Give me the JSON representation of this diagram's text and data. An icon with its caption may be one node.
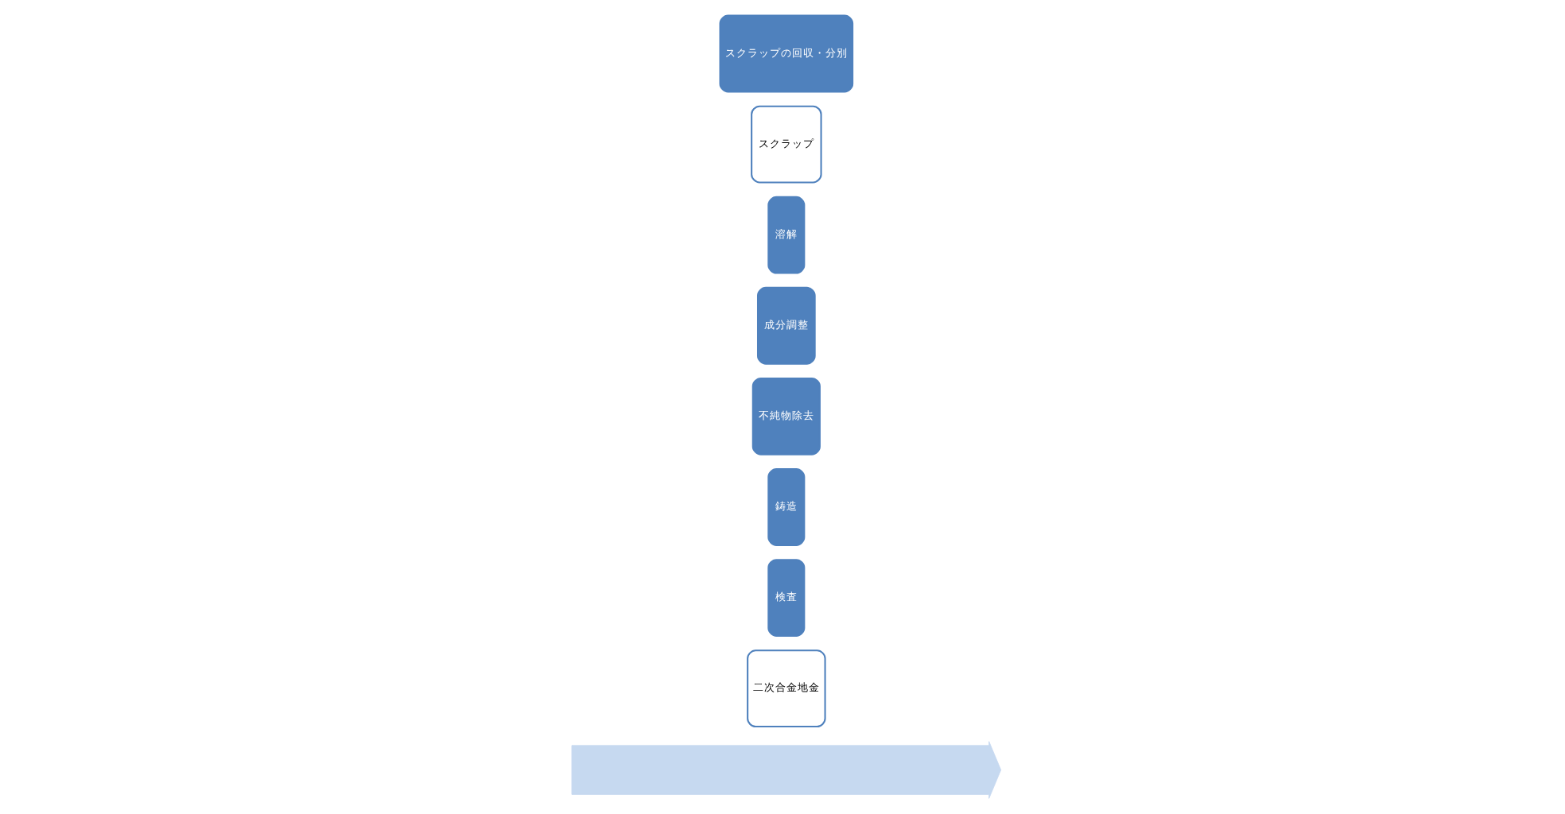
{
  "diagram": {
    "nodes": [
      {
        "text": [
          "スクラップの回収・分別"
        ]
      },
      {
        "text": [
          "スクラップ"
        ]
      },
      {
        "text": [
          "溶解"
        ]
      },
      {
        "text": [
          "成分調整"
        ]
      },
      {
        "text": [
          "不純物除去"
        ]
      },
      {
        "text": [
          "鋳造"
        ]
      },
      {
        "text": [
          "検査"
        ]
      },
      {
        "text": [
          "二次合金地金"
        ]
      },
      {
        "text": [],
        "shape": "arrow"
      }
    ]
  }
}
